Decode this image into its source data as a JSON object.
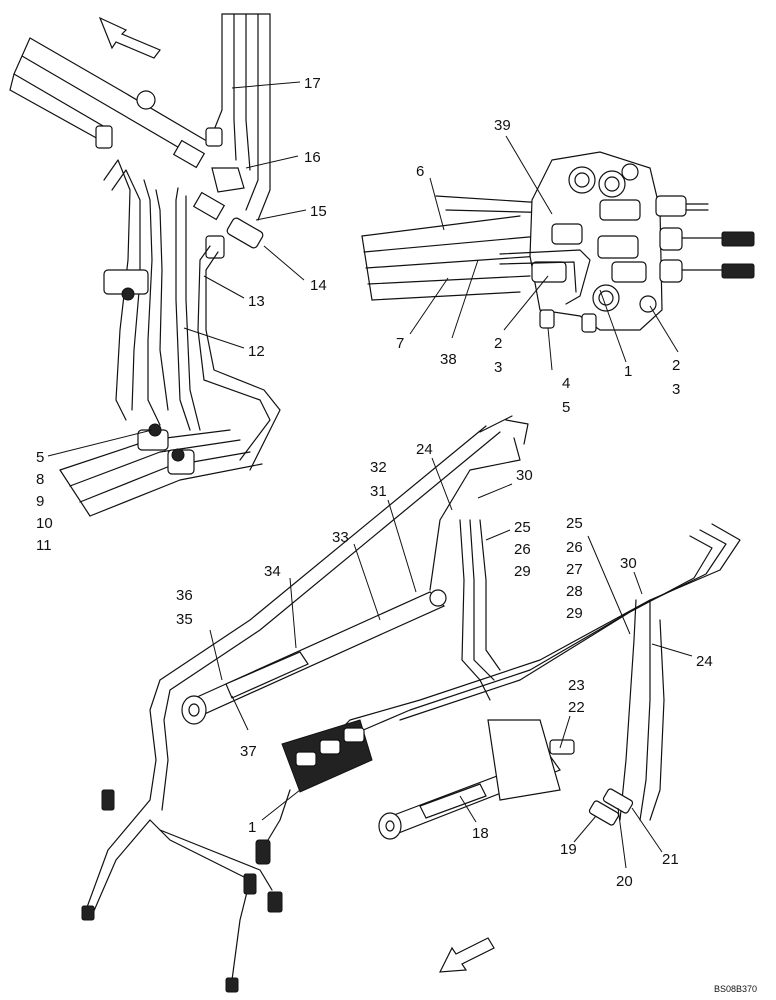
{
  "diagram": {
    "reference_code": "BS08B370",
    "callouts": {
      "c17": "17",
      "c16": "16",
      "c15": "15",
      "c14": "14",
      "c13": "13",
      "c12": "12",
      "c5a": "5",
      "c8": "8",
      "c9": "9",
      "c10": "10",
      "c11": "11",
      "c39": "39",
      "c6": "6",
      "c7": "7",
      "c38": "38",
      "c2a": "2",
      "c3a": "3",
      "c4": "4",
      "c5b": "5",
      "c1a": "1",
      "c2b": "2",
      "c3b": "3",
      "c32": "32",
      "c31": "31",
      "c24a": "24",
      "c30a": "30",
      "c25a": "25",
      "c26a": "26",
      "c29a": "29",
      "c33": "33",
      "c34": "34",
      "c36": "36",
      "c35": "35",
      "c37": "37",
      "c25b": "25",
      "c26b": "26",
      "c27": "27",
      "c28": "28",
      "c29b": "29",
      "c30b": "30",
      "c24b": "24",
      "c23": "23",
      "c22": "22",
      "c1b": "1",
      "c18": "18",
      "c19": "19",
      "c20": "20",
      "c21": "21"
    }
  }
}
